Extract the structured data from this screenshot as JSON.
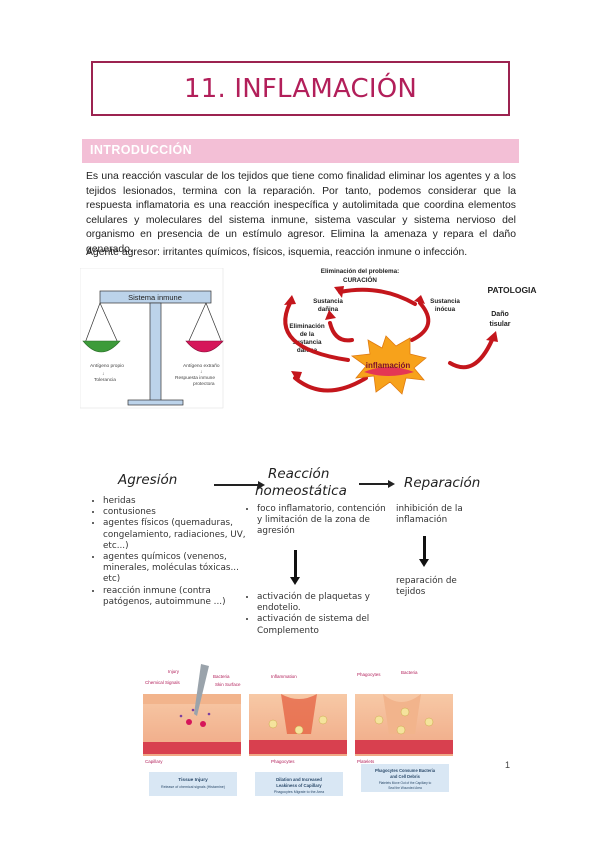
{
  "page": {
    "title": "11. INFLAMACIÓN",
    "section_heading": "INTRODUCCIÓN",
    "intro_paragraph": "Es una reacción vascular de los tejidos que tiene como finalidad eliminar los agentes y a los tejidos lesionados, termina con la reparación. Por tanto, podemos considerar que la respuesta inflamatoria es una reacción inespecífica y autolimitada que coordina elementos celulares y moleculares del sistema inmune, sistema vascular y sistema nervioso del organismo en presencia de un estímulo agresor. Elimina la amenaza y repara el daño generado.",
    "agente_paragraph": "Agente agresor: irritantes químicos, físicos, isquemia, reacción inmune o infección.",
    "page_number": "1"
  },
  "balance": {
    "label": "Sistema inmune",
    "left_pan": "Antígeno propio\nTolerancia",
    "right_pan": "Antígeno extraño\nRespuesta inmune protectora"
  },
  "cycle": {
    "curacion": "Eliminación del problema: CURACIÓN",
    "sustancia_danina": "Sustancia dañina",
    "sustancia_inocua": "Sustancia inócua",
    "eliminacion": "Eliminación de la sustancia dañina",
    "patologia": "PATOLOGIA",
    "dano": "Daño tisular",
    "inflamacion": "inflamación"
  },
  "flow": {
    "agresion_title": "Agresión",
    "agresion_items": [
      "heridas",
      "contusiones",
      "agentes físicos (quemaduras, congelamiento, radiaciones, UV, etc...)",
      "agentes químicos (venenos, minerales, moléculas tóxicas... etc)",
      "reacción inmune (contra patógenos, autoimmune ...)"
    ],
    "reaccion_title_1": "Reacción",
    "reaccion_title_2": "homeostática",
    "reaccion_items_top": [
      "foco inflamatorio, contención y limitación de la zona de agresión"
    ],
    "reaccion_items_bottom": [
      "activación de plaquetas y endotelio.",
      "activación de sistema del Complemento"
    ],
    "reparacion_title": "Reparación",
    "reparacion_top": "inhibición de la inflamación",
    "reparacion_bottom": "reparación de tejidos"
  },
  "tissue": {
    "panel1_labels": {
      "injury": "Injury",
      "chemical": "Chemical Signals",
      "bacteria": "Bacteria",
      "skin": "Skin Surface",
      "capillary": "Capillary"
    },
    "panel2_labels": {
      "inflammation": "Inflammation",
      "phagocytes": "Phagocytes"
    },
    "panel3_labels": {
      "phagocytes": "Phagocytes",
      "bacteria": "Bacteria",
      "platelets": "Platelets"
    },
    "caption1_title": "Tissue Injury",
    "caption1_sub": "Release of chemical signals (Histamine)",
    "caption2_title": "Dilation and Increased Leakiness of Capillary",
    "caption2_sub": "Phagocytes Migrate to the Area",
    "caption3_title": "Phagocytes Consume Bacteria and Cell Debris",
    "caption3_sub": "Platelets Move Out of the Capillary to Seal the Wounded Area"
  },
  "colors": {
    "accent": "#b21f5a",
    "section_bar": "#f3bfd6",
    "cycle_arrow": "#c4161c",
    "burst": "#f7a21b"
  }
}
